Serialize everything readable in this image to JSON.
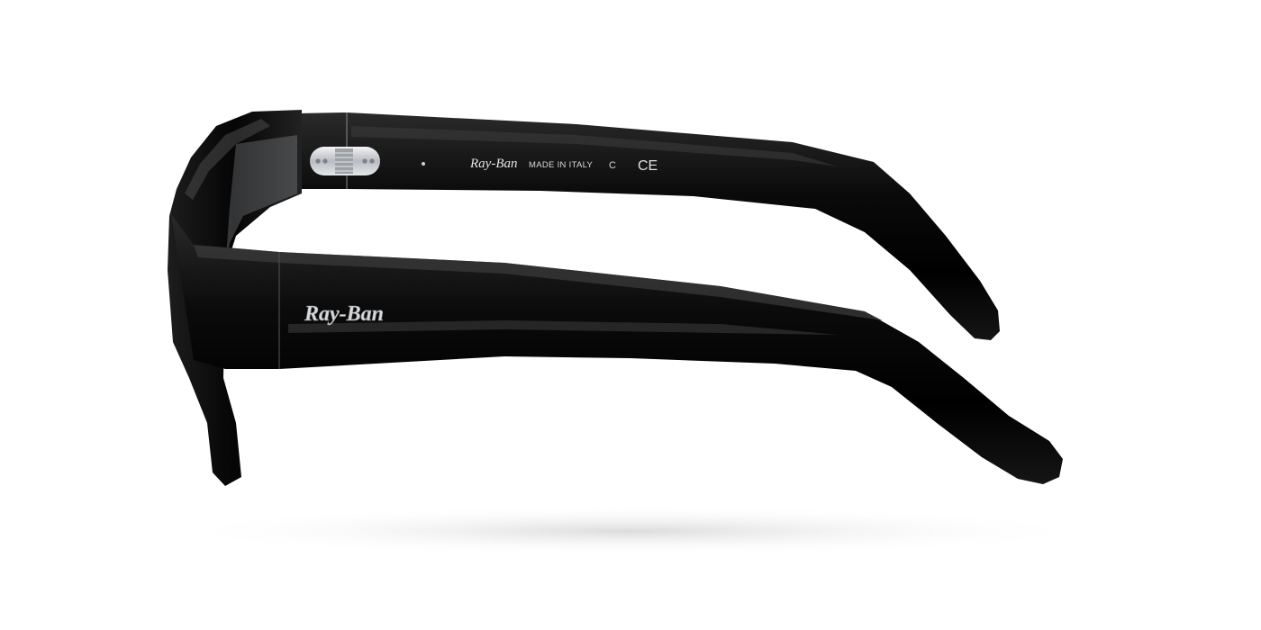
{
  "product": {
    "view": "side",
    "frame_color": "#050505",
    "background_color": "#ffffff",
    "hinge_color": "#c9ccd0",
    "logo_color": "#d9dadc"
  },
  "outer_temple": {
    "logo_text": "Ray-Ban"
  },
  "inner_temple": {
    "logo_text": "Ray-Ban",
    "origin_text": "MADE IN ITALY",
    "mark_c": "C",
    "mark_ce": "CE"
  }
}
